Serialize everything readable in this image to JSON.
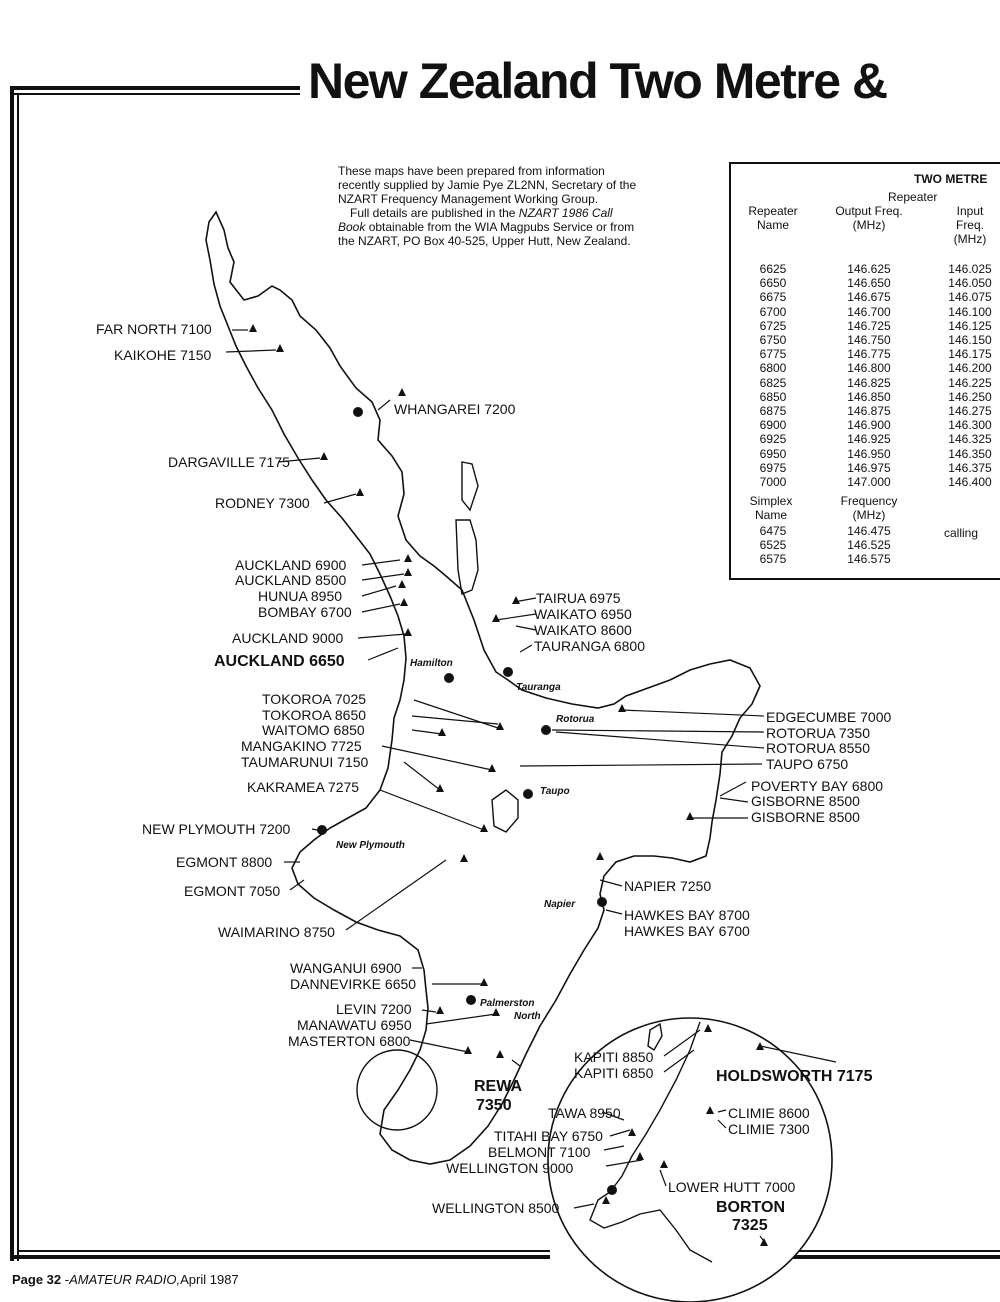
{
  "title": "New Zealand Two Metre &",
  "intro": {
    "p1": "These maps have been prepared from information recently supplied by Jamie Pye ZL2NN, Secretary of the NZART Frequency Management Working Group.",
    "p2_a": "Full details are published in the ",
    "p2_b": "NZART 1986 Call Book",
    "p2_c": " obtainable from the WIA Magpubs Service or from the NZART, PO Box 40-525, Upper Hutt, New Zealand."
  },
  "table": {
    "title": "TWO METRE",
    "repeater_heading": "Repeater",
    "col1": "Repeater Name",
    "col2": "Output Freq. (MHz)",
    "col3": "Input Freq. (MHz)",
    "repeaters": [
      [
        "6625",
        "146.625",
        "146.025"
      ],
      [
        "6650",
        "146.650",
        "146.050"
      ],
      [
        "6675",
        "146.675",
        "146.075"
      ],
      [
        "6700",
        "146.700",
        "146.100"
      ],
      [
        "6725",
        "146.725",
        "146.125"
      ],
      [
        "6750",
        "146.750",
        "146.150"
      ],
      [
        "6775",
        "146.775",
        "146.175"
      ],
      [
        "6800",
        "146.800",
        "146.200"
      ],
      [
        "6825",
        "146.825",
        "146.225"
      ],
      [
        "6850",
        "146.850",
        "146.250"
      ],
      [
        "6875",
        "146.875",
        "146.275"
      ],
      [
        "6900",
        "146.900",
        "146.300"
      ],
      [
        "6925",
        "146.925",
        "146.325"
      ],
      [
        "6950",
        "146.950",
        "146.350"
      ],
      [
        "6975",
        "146.975",
        "146.375"
      ],
      [
        "7000",
        "147.000",
        "146.400"
      ]
    ],
    "simplex_col1": "Simplex Name",
    "simplex_col2": "Frequency (MHz)",
    "simplex": [
      [
        "6475",
        "146.475"
      ],
      [
        "6525",
        "146.525"
      ],
      [
        "6575",
        "146.575"
      ]
    ],
    "calling": "calling"
  },
  "map_labels": [
    {
      "text": "FAR NORTH 7100"
    },
    {
      "text": "KAIKOHE 7150"
    },
    {
      "text": "WHANGAREI 7200"
    },
    {
      "text": "DARGAVILLE 7175"
    },
    {
      "text": "RODNEY 7300"
    },
    {
      "text": "AUCKLAND 6900"
    },
    {
      "text": "AUCKLAND 8500"
    },
    {
      "text": "HUNUA 8950"
    },
    {
      "text": "BOMBAY 6700"
    },
    {
      "text": "AUCKLAND 9000"
    },
    {
      "text": "AUCKLAND 6650",
      "bold": true
    },
    {
      "text": "TAIRUA 6975"
    },
    {
      "text": "WAIKATO 6950"
    },
    {
      "text": "WAIKATO 8600"
    },
    {
      "text": "TAURANGA 6800"
    },
    {
      "text": "TOKOROA 7025"
    },
    {
      "text": "TOKOROA 8650"
    },
    {
      "text": "WAITOMO 6850"
    },
    {
      "text": "MANGAKINO 7725"
    },
    {
      "text": "TAUMARUNUI 7150"
    },
    {
      "text": "KAKRAMEA 7275"
    },
    {
      "text": "EDGECUMBE 7000"
    },
    {
      "text": "ROTORUA 7350"
    },
    {
      "text": "ROTORUA 8550"
    },
    {
      "text": "TAUPO 6750"
    },
    {
      "text": "POVERTY BAY 6800"
    },
    {
      "text": "GISBORNE 8500"
    },
    {
      "text": "GISBORNE 8500"
    },
    {
      "text": "NEW PLYMOUTH 7200"
    },
    {
      "text": "EGMONT 8800"
    },
    {
      "text": "EGMONT 7050"
    },
    {
      "text": "WAIMARINO 8750"
    },
    {
      "text": "NAPIER 7250"
    },
    {
      "text": "HAWKES BAY 8700"
    },
    {
      "text": "HAWKES BAY 6700"
    },
    {
      "text": "WANGANUI 6900"
    },
    {
      "text": "DANNEVIRKE 6650"
    },
    {
      "text": "LEVIN 7200"
    },
    {
      "text": "MANAWATU 6950"
    },
    {
      "text": "MASTERTON 6800"
    },
    {
      "text": "KAPITI 8850"
    },
    {
      "text": "KAPITI 6850"
    },
    {
      "text": "HOLDSWORTH 7175",
      "bold": true
    },
    {
      "text": "REWA",
      "bold": true
    },
    {
      "text": "7350",
      "bold": true
    },
    {
      "text": "TAWA 8950"
    },
    {
      "text": "CLIMIE 8600"
    },
    {
      "text": "CLIMIE 7300"
    },
    {
      "text": "TITAHI BAY 6750"
    },
    {
      "text": "BELMONT 7100"
    },
    {
      "text": "WELLINGTON 9000"
    },
    {
      "text": "LOWER HUTT 7000"
    },
    {
      "text": "BORTON",
      "bold": true
    },
    {
      "text": "7325",
      "bold": true
    },
    {
      "text": "WELLINGTON 8500"
    }
  ],
  "towns": [
    "Hamilton",
    "Tauranga",
    "Rotorua",
    "Taupo",
    "New Plymouth",
    "Napier",
    "Palmerston",
    "North"
  ],
  "footer": {
    "page": "Page 32",
    "sep": " -",
    "mag": "AMATEUR RADIO,",
    "date": "April 1987"
  }
}
